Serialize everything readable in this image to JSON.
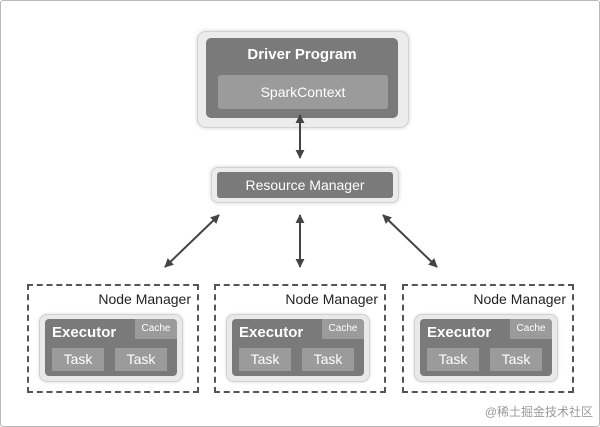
{
  "driver": {
    "title": "Driver Program",
    "context": "SparkContext"
  },
  "resource_manager": {
    "label": "Resource Manager"
  },
  "nodes": [
    {
      "label": "Node Manager",
      "executor": "Executor",
      "cache": "Cache",
      "tasks": [
        "Task",
        "Task"
      ]
    },
    {
      "label": "Node Manager",
      "executor": "Executor",
      "cache": "Cache",
      "tasks": [
        "Task",
        "Task"
      ]
    },
    {
      "label": "Node Manager",
      "executor": "Executor",
      "cache": "Cache",
      "tasks": [
        "Task",
        "Task"
      ]
    }
  ],
  "watermark": "@稀土掘金技术社区"
}
